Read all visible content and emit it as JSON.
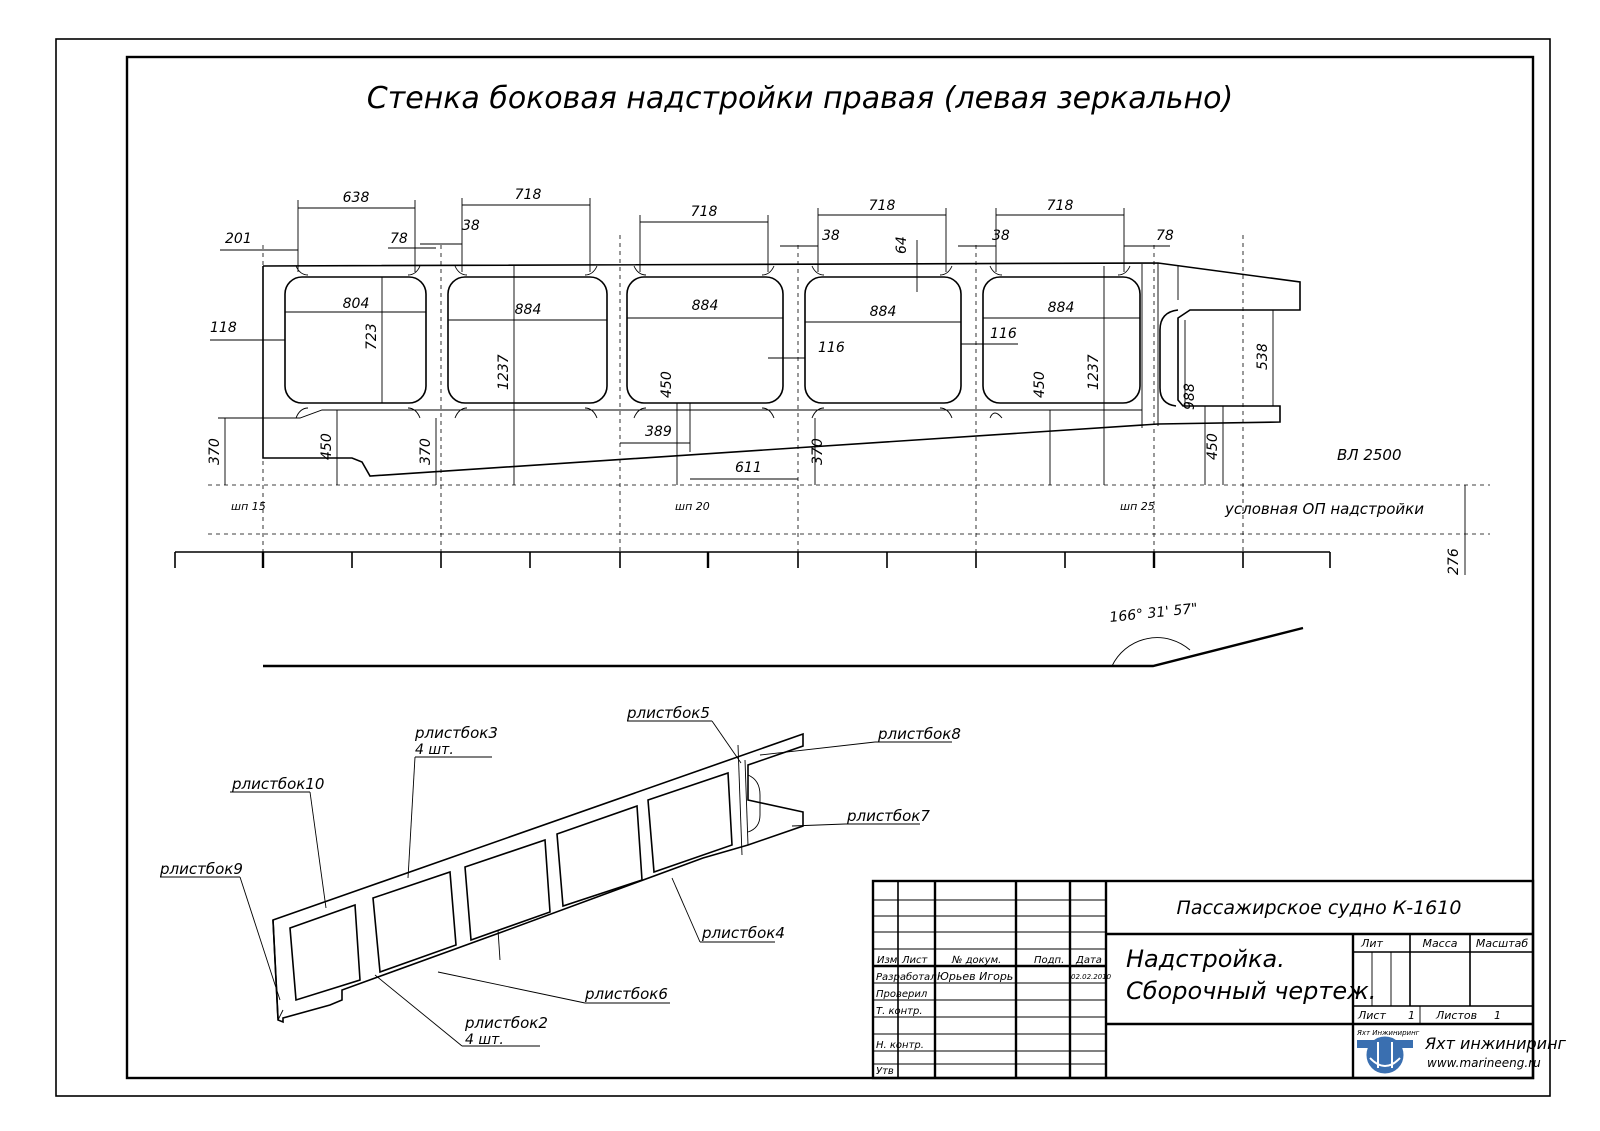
{
  "title": "Стенка боковая надстройки правая (левая зеркально)",
  "dims": {
    "d638": "638",
    "d718a": "718",
    "d718b": "718",
    "d718c": "718",
    "d718d": "718",
    "d201": "201",
    "d78a": "78",
    "d38a": "38",
    "d38b": "38",
    "d38c": "38",
    "d78b": "78",
    "d64": "64",
    "d804": "804",
    "d884a": "884",
    "d884b": "884",
    "d884c": "884",
    "d884d": "884",
    "d118": "118",
    "d723": "723",
    "d1237a": "1237",
    "d1237b": "1237",
    "d450a": "450",
    "d450b": "450",
    "d450c": "450",
    "d450d": "450",
    "d116a": "116",
    "d116b": "116",
    "d538": "538",
    "d988": "988",
    "d370a": "370",
    "d370b": "370",
    "d370c": "370",
    "d389": "389",
    "d611": "611",
    "d276": "276"
  },
  "labels": {
    "vl": "ВЛ 2500",
    "op": "условная ОП надстройки",
    "sp15": "шп 15",
    "sp20": "шп 20",
    "sp25": "шп 25",
    "angle": "166° 31' 57\""
  },
  "parts": {
    "p3": "рлистбок3",
    "p3q": "4 шт.",
    "p5": "рлистбок5",
    "p8": "рлистбок8",
    "p10": "рлистбок10",
    "p7": "рлистбок7",
    "p9": "рлистбок9",
    "p4": "рлистбок4",
    "p6": "рлистбок6",
    "p2": "рлистбок2",
    "p2q": "4 шт."
  },
  "stamp": {
    "project": "Пассажирское судно К-1610",
    "name1": "Надстройка.",
    "name2": "Сборочный чертеж.",
    "h_izm": "Изм",
    "h_list": "Лист",
    "h_doc": "№ докум.",
    "h_sign": "Подп.",
    "h_date": "Дата",
    "r_dev": "Разработал",
    "dev_name": "Юрьев Игорь",
    "dev_date": "02.02.2010",
    "r_check": "Проверил",
    "r_tcontr": "Т. контр.",
    "r_ncontr": "Н. контр.",
    "r_approve": "Утв",
    "lit": "Лит",
    "mass": "Масса",
    "scale": "Масштаб",
    "sheet_lbl": "Лист",
    "sheet_num": "1",
    "sheets_lbl": "Листов",
    "sheets_num": "1",
    "logo_text": "Яхт Инжиниринг",
    "company": "Яхт инжиниринг",
    "site": "www.marineeng.ru"
  },
  "colors": {
    "ink": "#000000",
    "logo": "#3a6fb0"
  }
}
